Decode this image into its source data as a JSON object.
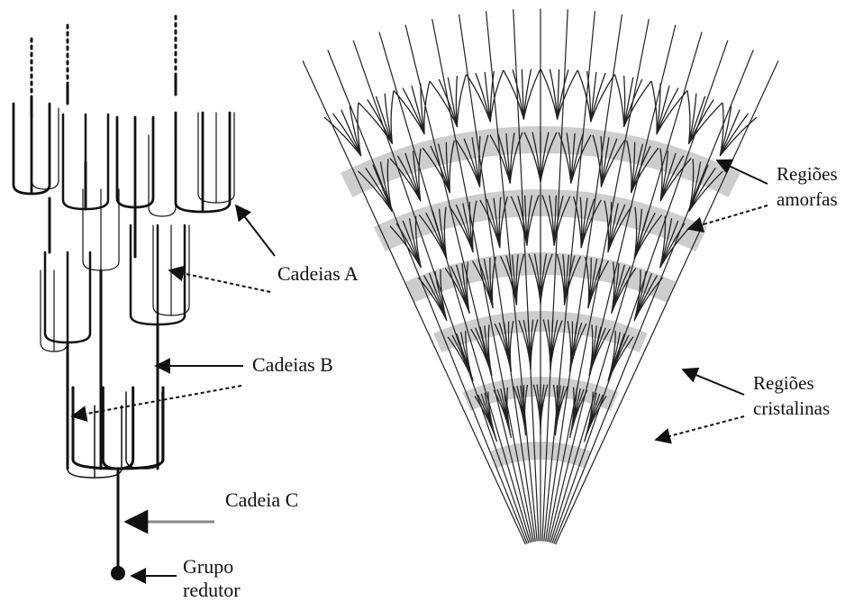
{
  "left_diagram": {
    "labels": {
      "chains_a": "Cadeias A",
      "chains_b": "Cadeias B",
      "chain_c": "Cadeia C",
      "reducing_group_line1": "Grupo",
      "reducing_group_line2": "redutor"
    }
  },
  "right_diagram": {
    "labels": {
      "amorphous_line1": "Regiões",
      "amorphous_line2": "amorfas",
      "crystalline_line1": "Regiões",
      "crystalline_line2": "cristalinas"
    }
  },
  "colors": {
    "ink": "#111111",
    "region_gray": "#c8c8c8",
    "chain_c_arrow": "#8a8a8a"
  }
}
